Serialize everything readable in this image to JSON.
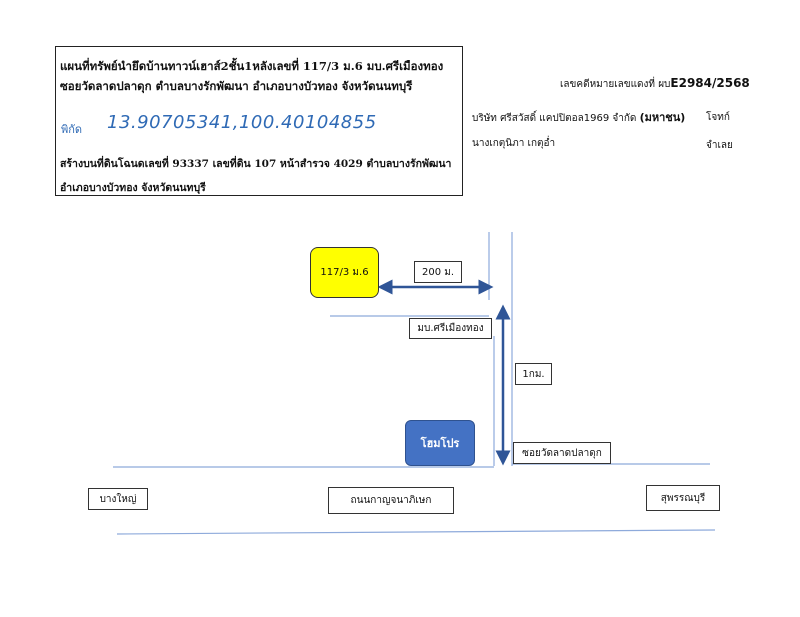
{
  "header": {
    "title": "แผนที่ทรัพย์นำยึดบ้านทาวน์เฮาส์2ชั้น1หลังเลขที่ 117/3 ม.6 มบ.ศรีเมืองทอง ซอยวัดลาดปลาดุก ตำบลบางรักพัฒนา อำเภอบางบัวทอง จังหวัดนนทบุรี",
    "coord_label": "พิกัด",
    "coordinates": "13.90705341,100.40104855",
    "deed": "สร้างบนที่ดินโฉนดเลขที่ 93337 เลขที่ดิน 107 หน้าสำรวจ 4029 ตำบลบางรักพัฒนา อำเภอบางบัวทอง จังหวัดนนทบุรี"
  },
  "case": {
    "prefix": "เลขคดีหมายเลขแดงที่ ผบ",
    "number": "E2984/2568"
  },
  "parties": [
    {
      "name_a": "บริษัท ศรีสวัสดิ์ แคปปิตอล1969 จำกัด ",
      "name_b": "(มหาชน)",
      "role": "โจทก์"
    },
    {
      "name_a": "นางเกตุนิภา เกตุอ่ำ",
      "name_b": "",
      "role": "จำเลย"
    }
  ],
  "map": {
    "house": "117/3 ม.6",
    "distance_house": "200 ม.",
    "village": "มบ.ศรีเมืองทอง",
    "distance_soi": "1กม.",
    "landmark": "โฮมโปร",
    "soi": "ซอยวัดลาดปลาดุก",
    "left_city": "บางใหญ่",
    "main_road": "ถนนกาญจนาภิเษก",
    "right_city": "สุพรรณบุรี"
  },
  "colors": {
    "road_line": "#8eaadb",
    "arrow": "#2f5597",
    "house_fill": "#ffff00",
    "landmark_fill": "#4472c4"
  }
}
